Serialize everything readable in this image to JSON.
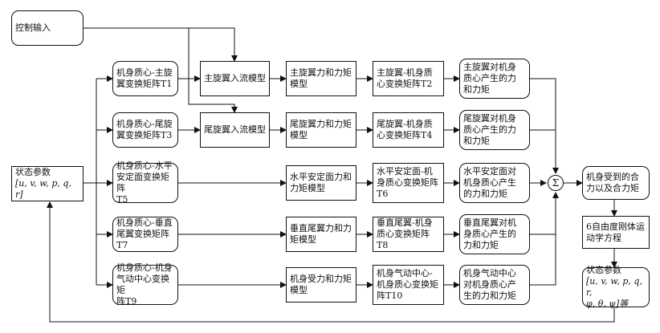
{
  "control_input": "控制输入",
  "state_params_in": {
    "line1": "状态参数",
    "line2": "[u, v, w, p, q, r]"
  },
  "rows": [
    {
      "transform": {
        "line1": "机身质心-主旋",
        "line2": "翼变换矩阵T1"
      },
      "inflow": "主旋翼入流模型",
      "force": {
        "line1": "主旋翼力和力矩",
        "line2": "模型"
      },
      "back": {
        "line1": "主旋翼-机身质",
        "line2": "心变换矩阵T2"
      },
      "result": {
        "line1": "主旋翼对机身",
        "line2": "质心产生的力",
        "line3": "和力矩"
      }
    },
    {
      "transform": {
        "line1": "机身质心-尾旋",
        "line2": "翼变换矩阵T3"
      },
      "inflow": "尾旋翼入流模型",
      "force": {
        "line1": "尾旋翼力和力矩",
        "line2": "模型"
      },
      "back": {
        "line1": "尾旋翼-机身质",
        "line2": "心变换矩阵T4"
      },
      "result": {
        "line1": "尾旋翼对机身",
        "line2": "质心产生的力",
        "line3": "和力矩"
      }
    },
    {
      "transform": {
        "line1": "机身质心-水平",
        "line2": "安定面变换矩阵",
        "line3": "T5"
      },
      "force": {
        "line1": "水平安定面力和",
        "line2": "力矩模型"
      },
      "back": {
        "line1": "水平安定面-机",
        "line2": "身质心变换矩阵",
        "line3": "T6"
      },
      "result": {
        "line1": "水平安定面对",
        "line2": "机身质心产生",
        "line3": "的力和力矩"
      }
    },
    {
      "transform": {
        "line1": "机身质心-垂直",
        "line2": "尾翼变换矩阵T7"
      },
      "force": {
        "line1": "垂直尾翼力和力",
        "line2": "矩模型"
      },
      "back": {
        "line1": "垂直尾翼-机身",
        "line2": "质心变换矩阵T8"
      },
      "result": {
        "line1": "垂直尾翼对机",
        "line2": "身质心产生的",
        "line3": "力和力矩"
      }
    },
    {
      "transform": {
        "line1": "机身质心-机身",
        "line2": "气动中心变换矩",
        "line3": "阵T9"
      },
      "force": {
        "line1": "机身受力和力矩",
        "line2": "模型"
      },
      "back": {
        "line1": "机身气动中心-",
        "line2": "机身质心变换矩",
        "line3": "阵T10"
      },
      "result": {
        "line1": "机身气动中心",
        "line2": "对机身质心产",
        "line3": "生的力和力矩"
      }
    }
  ],
  "sum_symbol": "Σ",
  "total": {
    "line1": "机身受到的合",
    "line2": "力以及合力矩"
  },
  "dynamics": {
    "line1": "6自由度刚体运",
    "line2": "动学方程"
  },
  "state_params_out": {
    "line1": "状态参数",
    "line2": "[u, v, w, p, q, r,",
    "line3": "φ, θ, ψ]等"
  }
}
